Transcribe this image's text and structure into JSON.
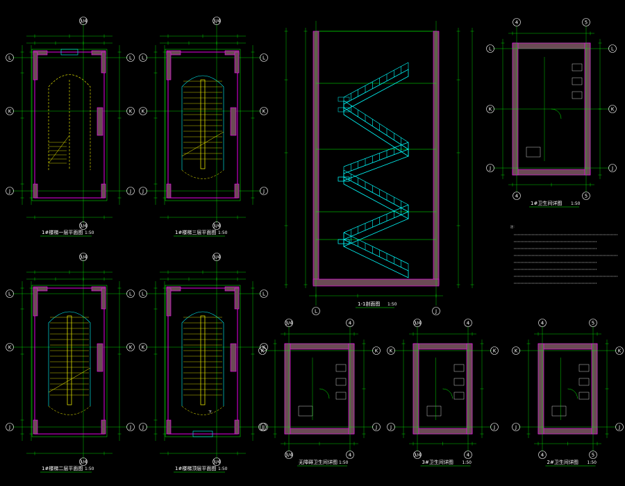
{
  "colors": {
    "background": "#000000",
    "wall": "#ff00ff",
    "wall_fill": "#6b4b55",
    "outline": "#00ff00",
    "stair": "#00ffff",
    "handrail": "#ffff00",
    "axis_line": "#00ff00",
    "dim_line": "#00ff00",
    "text": "#ffffff",
    "bubble": "#ffffff"
  },
  "drawing": {
    "plans": [
      {
        "id": "plan-1f",
        "title": "1#楼梯一层平面图",
        "scale": "1:50",
        "top_axis": "3/4",
        "bottom_axis": "",
        "axis_left": [
          "L",
          "K",
          "J"
        ]
      },
      {
        "id": "plan-3f",
        "title": "1#楼梯三层平面图",
        "scale": "1:50",
        "top_axis": "3/4",
        "bottom_axis": "",
        "axis_left": [
          "L",
          "K",
          "J"
        ]
      },
      {
        "id": "plan-2f",
        "title": "1#楼梯二层平面图",
        "scale": "1:50",
        "top_axis": "3/4",
        "bottom_axis": "",
        "axis_left": [
          "L",
          "K",
          "J"
        ]
      },
      {
        "id": "plan-roof",
        "title": "1#楼梯顶层平面图",
        "scale": "1:50",
        "top_axis": "3/4",
        "bottom_axis": "",
        "axis_left": [
          "L",
          "K",
          "J"
        ]
      }
    ],
    "section": {
      "title": "1-1剖面图",
      "scale": "1:50",
      "bottom_axes": [
        "L",
        "J"
      ]
    },
    "toilet_details": [
      {
        "id": "toilet-1f",
        "title": "1#卫生间详图",
        "scale": "1:50",
        "axes_top": [
          "4",
          "5"
        ],
        "axes_side": [
          "L",
          "K",
          "J"
        ]
      },
      {
        "id": "toilet-accessible",
        "title": "无障碍卫生间详图",
        "scale": "1:50",
        "axes_top": [
          "3/4",
          "4"
        ],
        "axes_side": [
          "K",
          "J"
        ]
      },
      {
        "id": "toilet-3f",
        "title": "3#卫生间详图",
        "scale": "1:50",
        "axes_top": [
          "3/4",
          "4"
        ],
        "axes_side": [
          "K",
          "J"
        ]
      },
      {
        "id": "toilet-2f",
        "title": "2#卫生间详图",
        "scale": "1:50",
        "axes_top": [
          "4",
          "5"
        ],
        "axes_side": [
          "K",
          "J"
        ]
      }
    ],
    "notes_heading": "注：",
    "roof_plan_down_label": "下"
  }
}
